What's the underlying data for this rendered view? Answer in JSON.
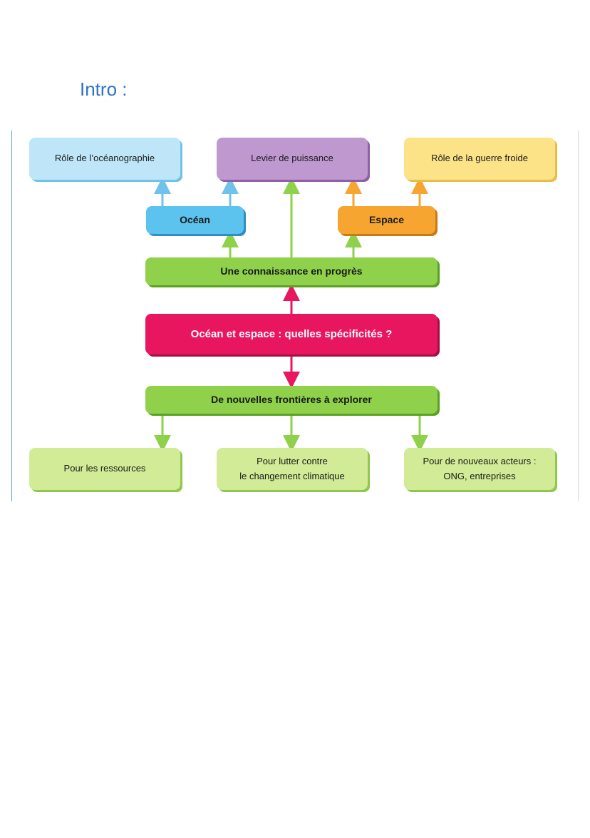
{
  "intro_title": "Intro :",
  "diagram": {
    "top": {
      "role_oceanographie": "Rôle de l’océanographie",
      "levier_puissance": "Levier de puissance",
      "role_guerre_froide": "Rôle de la guerre froide"
    },
    "ocean": "Océan",
    "espace": "Espace",
    "connaissance": "Une connaissance en progrès",
    "central": "Océan et espace : quelles spécificités ?",
    "frontieres": "De nouvelles frontières à explorer",
    "bottom": {
      "ressources": "Pour les ressources",
      "climat_line1": "Pour lutter contre",
      "climat_line2": "le changement climatique",
      "acteurs_line1": "Pour de nouveaux acteurs :",
      "acteurs_line2": "ONG, entreprises"
    }
  },
  "colors": {
    "intro": "#2f72c6",
    "light_blue": "#bfe6f8",
    "purple": "#bf98d0",
    "yellow": "#fce388",
    "blue": "#5bc3ee",
    "orange": "#f6a531",
    "green": "#8fd14a",
    "pink": "#e8165f",
    "light_green": "#d2eb96"
  }
}
